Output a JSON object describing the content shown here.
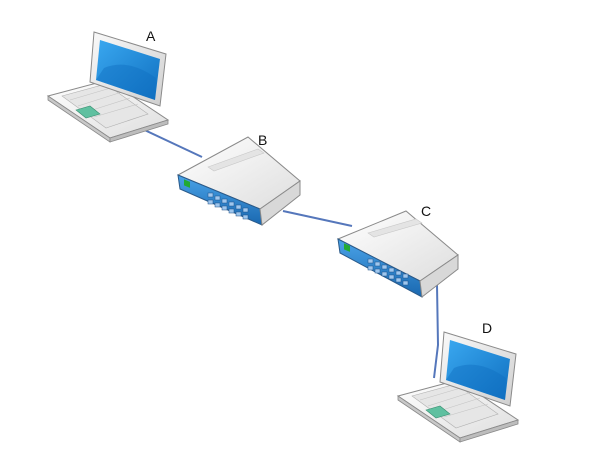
{
  "diagram": {
    "nodes": [
      {
        "id": "A",
        "label": "A",
        "type": "laptop"
      },
      {
        "id": "B",
        "label": "B",
        "type": "switch"
      },
      {
        "id": "C",
        "label": "C",
        "type": "switch"
      },
      {
        "id": "D",
        "label": "D",
        "type": "laptop"
      }
    ],
    "edges": [
      {
        "from": "A",
        "to": "B"
      },
      {
        "from": "B",
        "to": "C"
      },
      {
        "from": "C",
        "to": "D"
      }
    ]
  },
  "colors": {
    "link": "#5577bb",
    "screen": "#1a8ee0",
    "switch_blue": "#2a7ec4",
    "body_light": "#f2f2f2",
    "outline": "#8a8a8a",
    "trackpad": "#5fc0a0",
    "led_green": "#22aa33"
  }
}
